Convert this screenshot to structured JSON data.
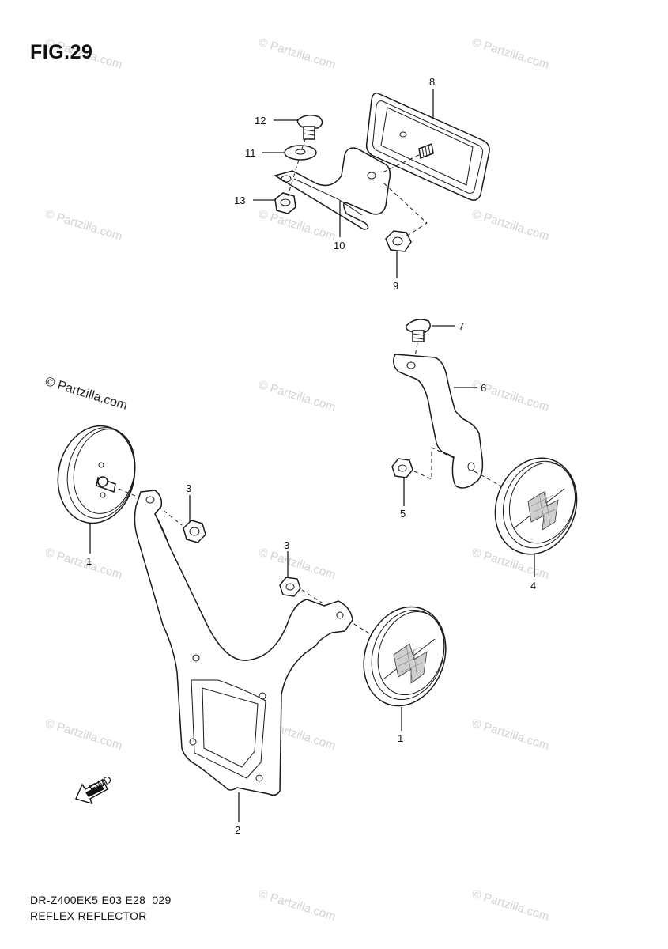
{
  "figure": {
    "title": "FIG.29",
    "copyright": "© Partzilla.com",
    "watermark": "© Partzilla.com",
    "model_code": "DR-Z400EK5 E03 E28_029",
    "section_name": "REFLEX REFLECTOR",
    "fwd_label": "FWD"
  },
  "callouts": [
    {
      "id": "1a",
      "label": "1"
    },
    {
      "id": "1b",
      "label": "1"
    },
    {
      "id": "2",
      "label": "2"
    },
    {
      "id": "3a",
      "label": "3"
    },
    {
      "id": "3b",
      "label": "3"
    },
    {
      "id": "4",
      "label": "4"
    },
    {
      "id": "5",
      "label": "5"
    },
    {
      "id": "6",
      "label": "6"
    },
    {
      "id": "7",
      "label": "7"
    },
    {
      "id": "8",
      "label": "8"
    },
    {
      "id": "9",
      "label": "9"
    },
    {
      "id": "10",
      "label": "10"
    },
    {
      "id": "11",
      "label": "11"
    },
    {
      "id": "12",
      "label": "12"
    },
    {
      "id": "13",
      "label": "13"
    }
  ]
}
